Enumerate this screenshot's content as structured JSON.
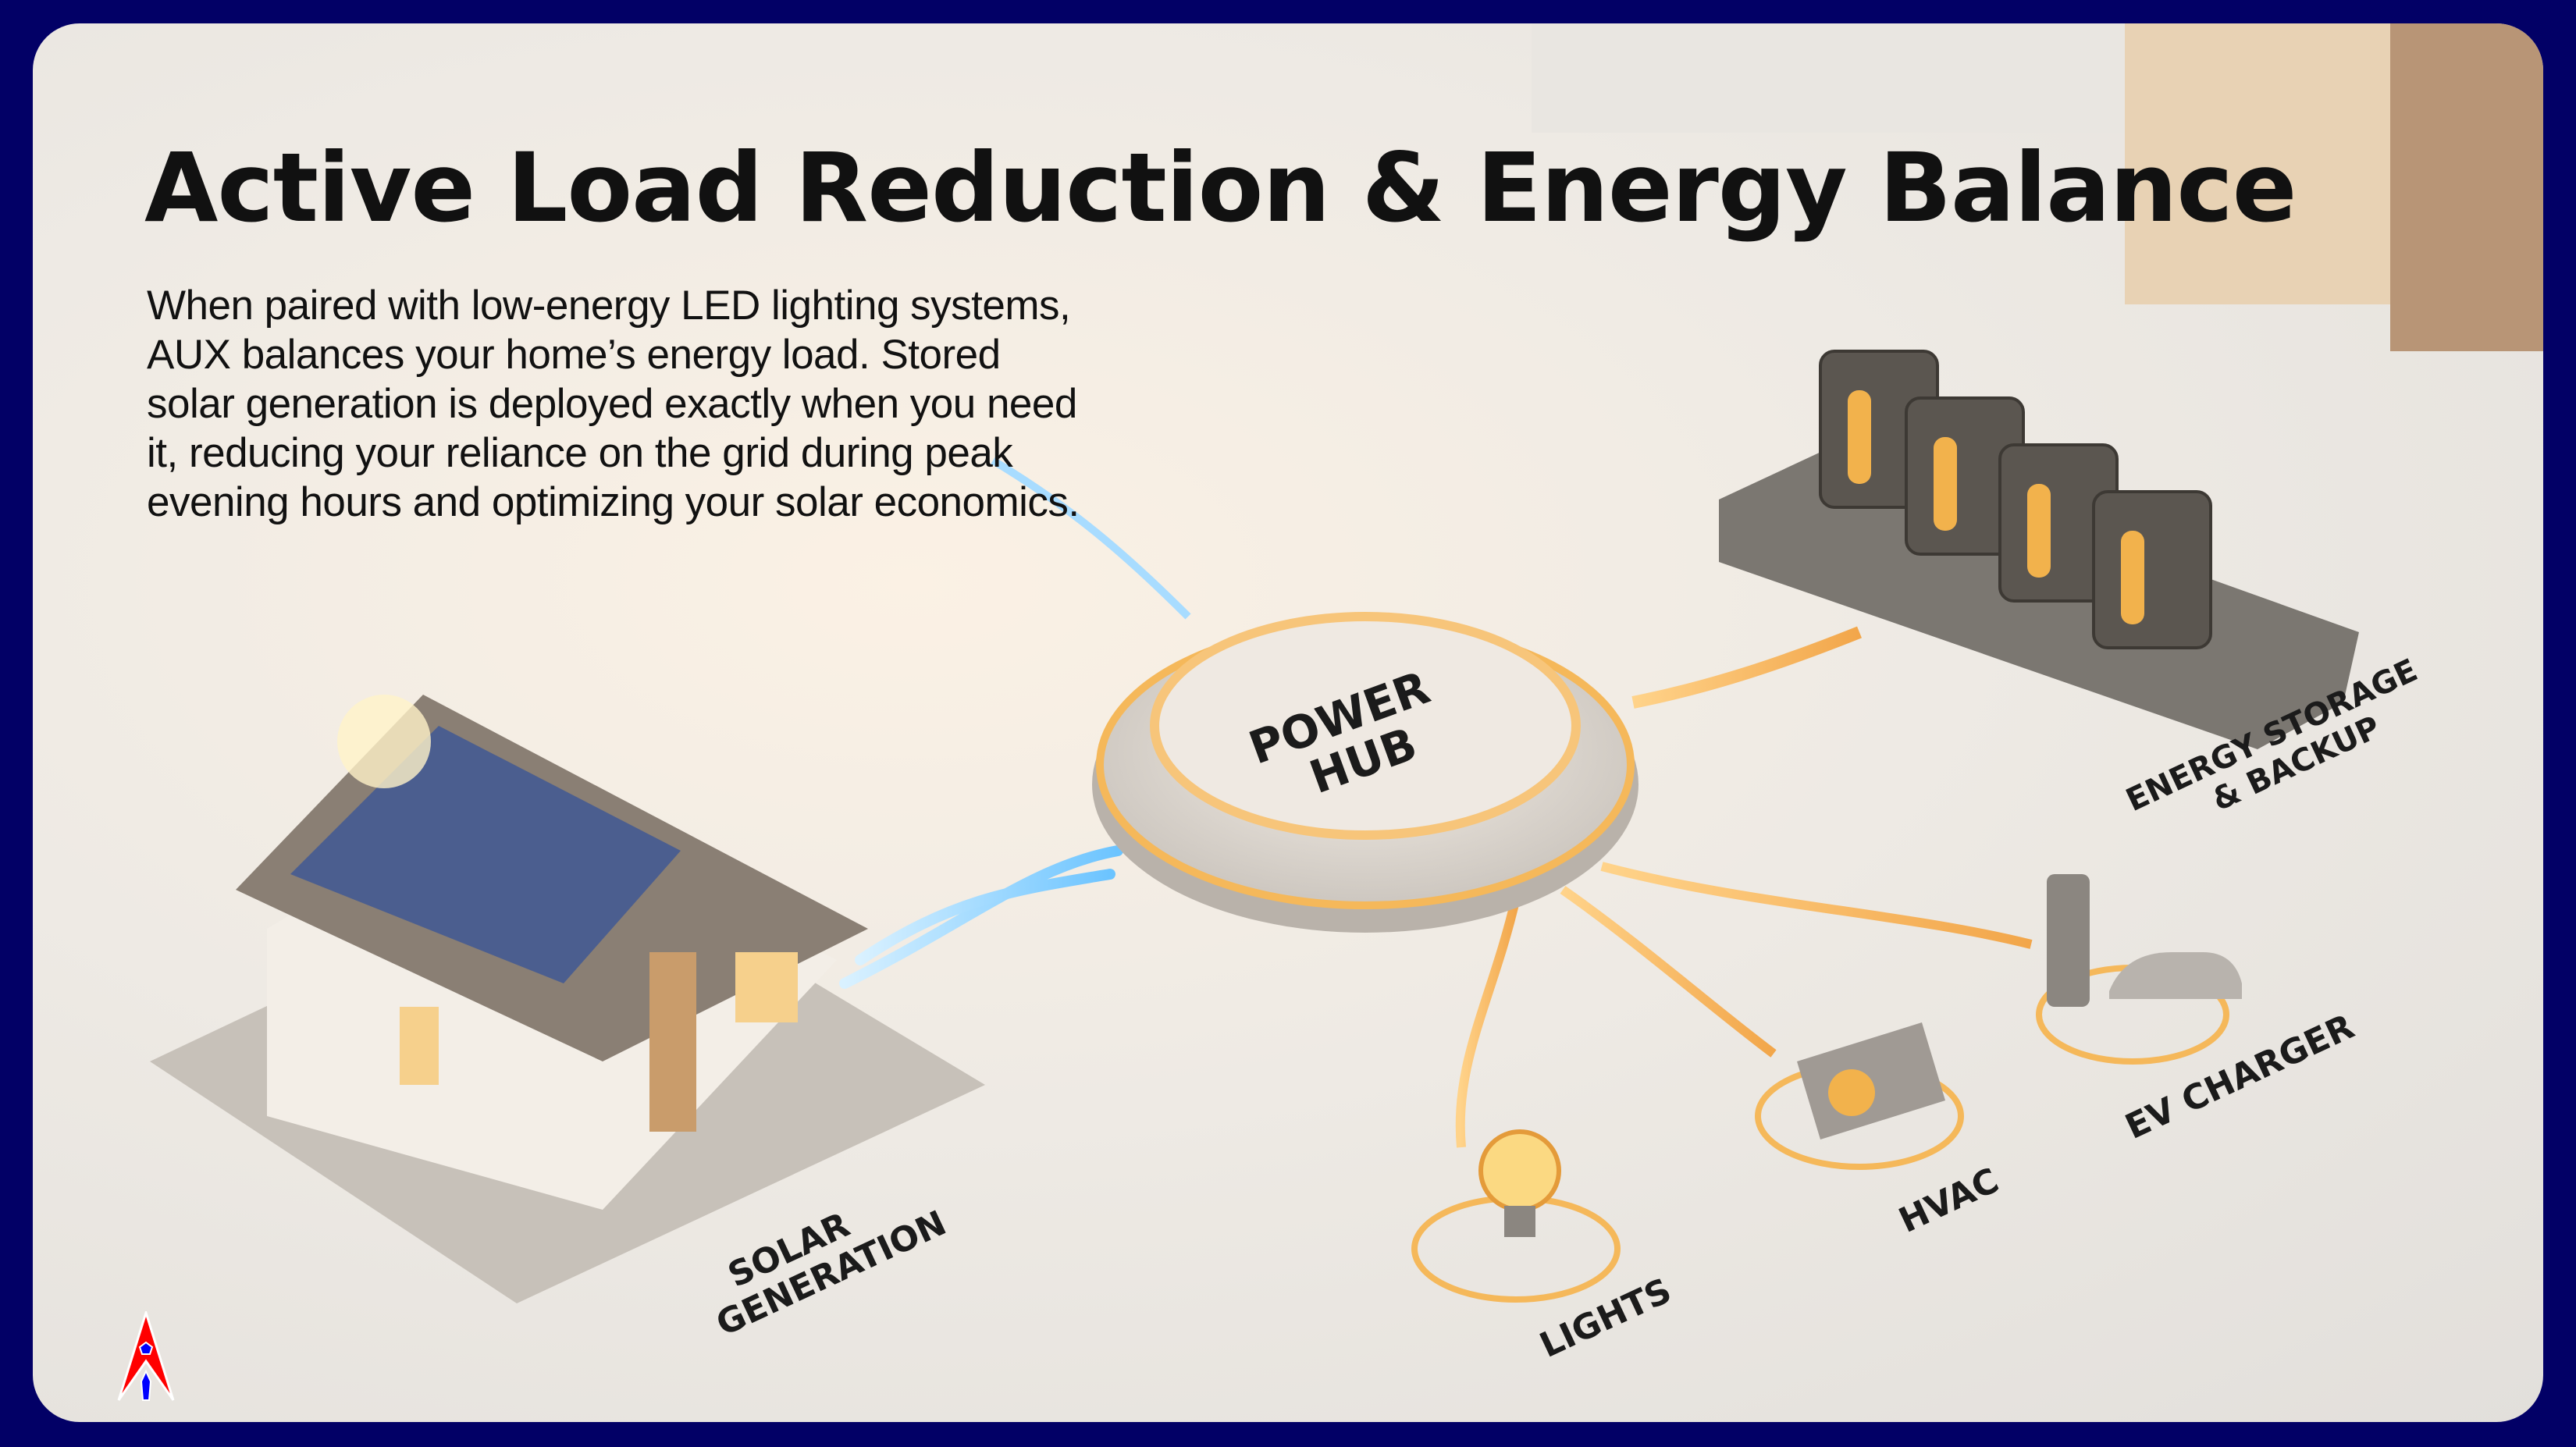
{
  "title": "Active Load Reduction & Energy Balance",
  "body": "When paired with low-energy LED lighting systems, AUX balances your home’s energy load. Stored solar generation is deployed exactly when you need it, reducing your reliance on the grid during peak evening hours and optimizing your solar economics.",
  "diagram": {
    "hub": [
      "POWER",
      "HUB"
    ],
    "solar": [
      "SOLAR",
      "GENERATION"
    ],
    "storage": [
      "ENERGY STORAGE",
      "& BACKUP"
    ],
    "ev": "EV CHARGER",
    "hvac": "HVAC",
    "lights": "LIGHTS"
  },
  "colors": {
    "frame": "#020066",
    "glow": "#f5b85a",
    "solar_flow": "#8fd3ff",
    "logo_red": "#ff0000",
    "logo_blue": "#0000ff"
  }
}
